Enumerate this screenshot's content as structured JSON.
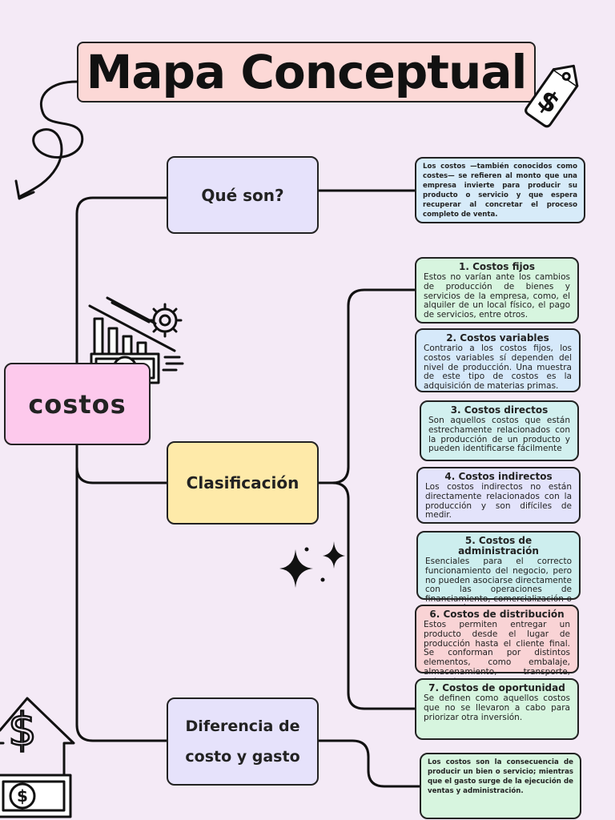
{
  "title": "Mapa Conceptual",
  "central": "costos",
  "branches": {
    "que_son": "Qué son?",
    "clasificacion": "Clasificación",
    "diferencia": "Diferencia de costo y gasto"
  },
  "definition": "Los costos —también conocidos como costes— se refieren al monto que una empresa invierte para producir su producto o servicio y que espera recuperar al concretar el proceso completo de venta.",
  "types": [
    {
      "heading": "1. Costos fijos",
      "text": "Estos no varían ante los cambios de producción de bienes y servicios de la empresa, como, el alquiler de un local físico, el pago de servicios, entre otros."
    },
    {
      "heading": "2. Costos variables",
      "text": "Contrario a los costos fijos, los costos variables sí dependen del nivel de producción. Una muestra de este tipo de costos es la adquisición de materias primas."
    },
    {
      "heading": "3. Costos directos",
      "text": "Son aquellos costos que están estrechamente relacionados con la producción de un producto y pueden identificarse fácilmente"
    },
    {
      "heading": "4. Costos indirectos",
      "text": "Los costos indirectos no están directamente relacionados con la producción y son difíciles de medir."
    },
    {
      "heading": "5. Costos de administración",
      "text": "Esenciales para el correcto funcionamiento del negocio, pero no pueden asociarse directamente con las operaciones de financiamiento, comercialización o producción"
    },
    {
      "heading": "6. Costos de distribución",
      "text": "Estos permiten entregar un producto desde el lugar de producción hasta el cliente final. Se conforman por distintos elementos, como embalaje, almacenamiento, transporte, entre otros."
    },
    {
      "heading": "7. Costos de oportunidad",
      "text": "Se definen como aquellos costos que no se llevaron a cabo para priorizar otra inversión."
    }
  ],
  "difference": "Los costos son la consecuencia de producir un bien o servicio; mientras que el gasto surge de la ejecución de ventas y administración.",
  "colors": {
    "background": "#f4eaf6",
    "title": "#fcd8d6",
    "central": "#fdc9ec",
    "que_son": "#e6e2fb",
    "clasificacion": "#feeaa9",
    "diferencia": "#e6e2fb",
    "definition": "#d7ebf9",
    "type1": "#d7f5df",
    "type2": "#d6e9fa",
    "type3": "#d2f0ef",
    "type4": "#e3e3fb",
    "type5": "#cdeeee",
    "type6": "#f9d3d5",
    "type7": "#d7f5df",
    "difference": "#d7f5df"
  },
  "icons": [
    "price-tag-icon",
    "swirl-arrow-icon",
    "declining-chart-money-icon",
    "sparkles-icon",
    "house-dollar-icon",
    "banknote-icon"
  ]
}
